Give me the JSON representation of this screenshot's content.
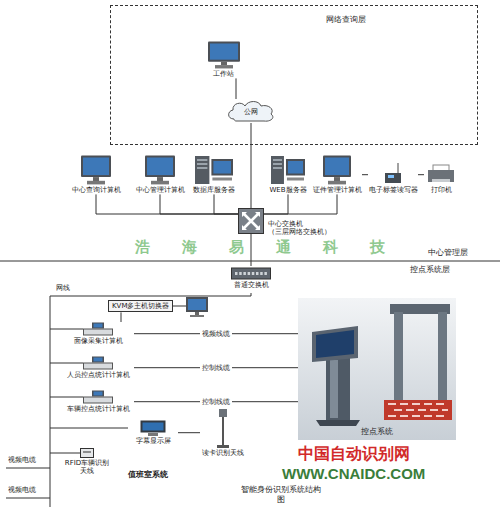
{
  "diagram": {
    "caption": "智能身份识别系统结构图",
    "nodes": [
      {
        "text": [
          "网络查询层"
        ]
      },
      {
        "text": [
          "工作站"
        ],
        "in": 0
      },
      {
        "text": [
          "公网"
        ],
        "in": 0
      },
      {
        "text": [
          "中心查询计算机"
        ]
      },
      {
        "text": [
          "中心管理计算机"
        ]
      },
      {
        "text": [
          "数据库服务器"
        ]
      },
      {
        "text": [
          "WEB服务器"
        ]
      },
      {
        "text": [
          "证件管理计算机"
        ]
      },
      {
        "text": [
          "电子标签读写器"
        ]
      },
      {
        "text": [
          "打印机"
        ]
      },
      {
        "text": [
          "中心交换机",
          "（三层网络交换机）"
        ]
      },
      {
        "text": [
          "普通交换机"
        ]
      },
      {
        "text": [
          "KVM多主机切换器"
        ]
      },
      {
        "text": [
          "面像采集计算机"
        ]
      },
      {
        "text": [
          "人员控点统计计算机"
        ]
      },
      {
        "text": [
          "车辆控点统计计算机"
        ]
      },
      {
        "text": [
          "字幕显示屏"
        ]
      },
      {
        "text": [
          "读卡识别天线"
        ]
      },
      {
        "text": [
          "RFID车辆识别天线"
        ]
      },
      {
        "text": [
          "控点系统"
        ]
      }
    ],
    "edges": [
      {
        "from": 1,
        "to": 2,
        "arrow": "none"
      },
      {
        "from": 2,
        "to": 10,
        "arrow": "none"
      },
      {
        "from": 3,
        "to": 10,
        "arrow": "none"
      },
      {
        "from": 4,
        "to": 10,
        "arrow": "none"
      },
      {
        "from": 5,
        "to": 10,
        "arrow": "none"
      },
      {
        "from": 6,
        "to": 10,
        "arrow": "none"
      },
      {
        "from": 7,
        "to": 10,
        "arrow": "none"
      },
      {
        "from": 8,
        "to": 7,
        "arrow": "none"
      },
      {
        "from": 9,
        "to": 8,
        "arrow": "none"
      },
      {
        "from": 10,
        "to": 11,
        "arrow": "none"
      },
      {
        "from": 12,
        "to": 13,
        "arrow": "none"
      },
      {
        "from": 13,
        "to": 19,
        "label": "视频线缆",
        "arrow": "none"
      },
      {
        "from": 14,
        "to": 19,
        "label": "控制线缆",
        "arrow": "none"
      },
      {
        "from": 15,
        "to": 19,
        "label": "控制线缆",
        "arrow": "none"
      },
      {
        "from": 16,
        "to": 17,
        "arrow": "none"
      }
    ],
    "labels": [
      "中心管理层",
      "控点系统层",
      "浩海易通科技",
      "网线",
      "值班室系统",
      "视频电缆",
      "视频电缆",
      "中国自动识别网",
      "WWW.CNAIDC.COM"
    ]
  }
}
